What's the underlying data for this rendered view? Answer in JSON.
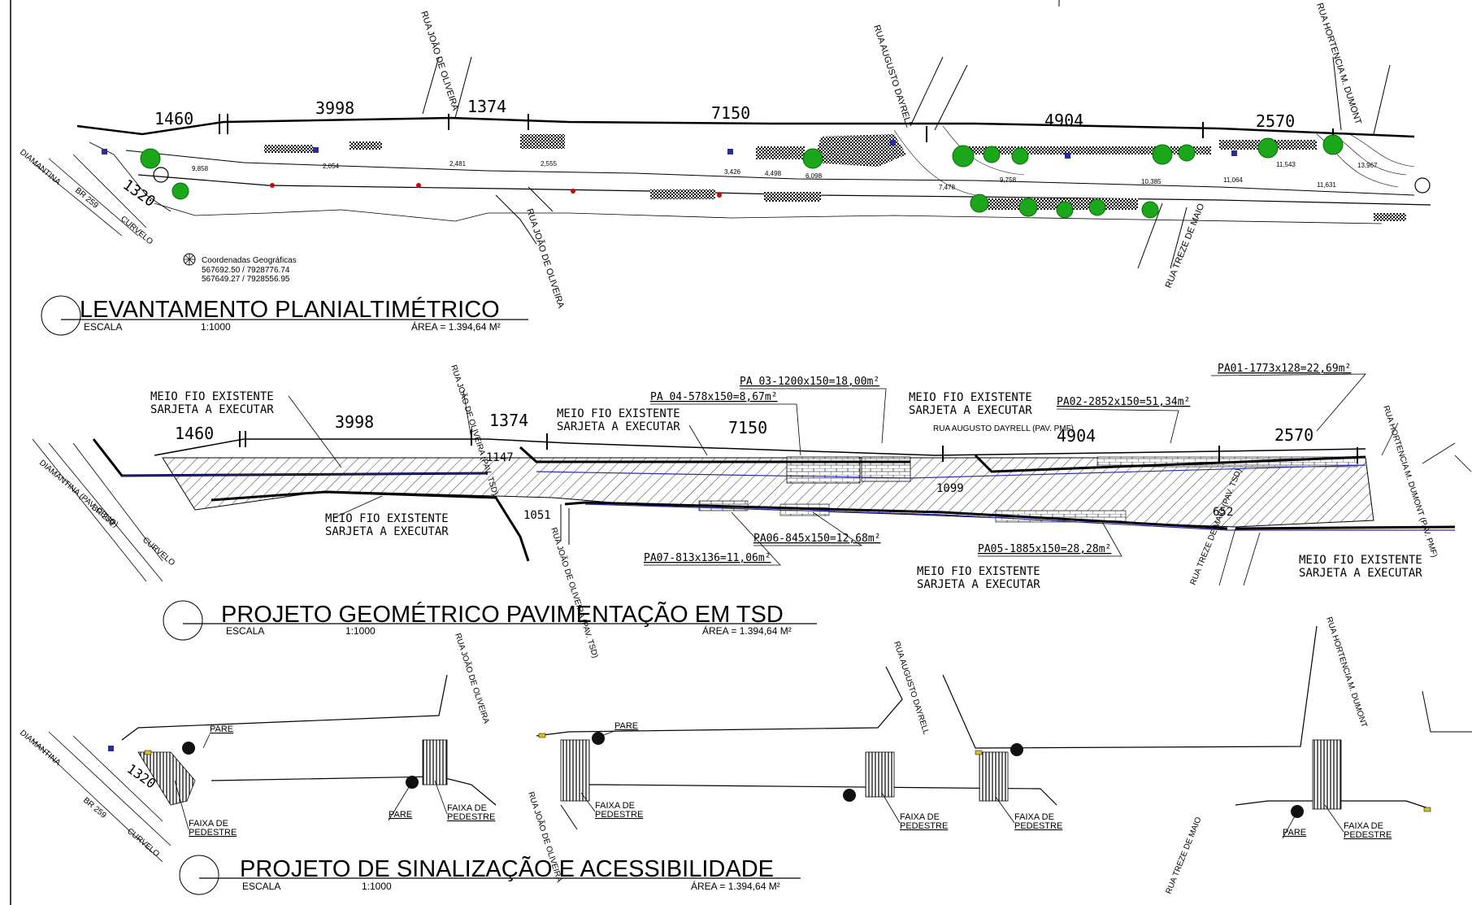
{
  "sections": {
    "survey": {
      "title": "LEVANTAMENTO PLANIALTIMÉTRICO",
      "scale_label": "ESCALA",
      "scale_value": "1:1000",
      "area": "ÁREA = 1.394,64 M²"
    },
    "geometric": {
      "title": "PROJETO GEOMÉTRICO PAVIMENTAÇÃO EM TSD",
      "scale_label": "ESCALA",
      "scale_value": "1:1000",
      "area": "ÁREA = 1.394,64 M²"
    },
    "signage": {
      "title": "PROJETO DE SINALIZAÇÃO E ACESSIBILIDADE",
      "scale_label": "ESCALA",
      "scale_value": "1:1000",
      "area": "ÁREA = 1.394,64 M²"
    }
  },
  "streets": {
    "joao_oliveira": "RUA JOÃO DE OLIVEIRA",
    "augusto_dayrell": "RUA AUGUSTO DAYRELL",
    "hortencia": "RUA HORTENCIA M. DUMONT",
    "treze_maio": "RUA TREZE DE MAIO",
    "diamantina": "DIAMANTINA",
    "br259": "BR 259",
    "curvelo": "CURVELO",
    "diamantina_cbuq": "DIAMANTINA (PAV. CBUQ)",
    "joao_oliveira_tsd_top": "RUA JOÃO DE OLIVEIRA (PAV. TSD)",
    "joao_oliveira_tsd_bottom": "RUA JOÃO DE OLIVEIRA (PAV. TSD)",
    "augusto_pmf": "RUA AUGUSTO DAYRELL (PAV. PMF)",
    "hortencia_pmf": "RUA HORTENCIA M. DUMONT (PAV. PMF)",
    "treze_maio_tsd": "RUA TREZE DE MAIO (PAV. TSD)",
    "joao_oliveira_bottom": "RUA JOÃO DE OLIVEIRA"
  },
  "coordinates": {
    "label": "Coordenadas Geográficas",
    "line1": "567692.50 / 7928776.74",
    "line2": "567649.27 / 7928556.95"
  },
  "dimensions_top": [
    "1460",
    "3998",
    "1374",
    "7150",
    "4904",
    "2570",
    "1320"
  ],
  "dimensions_mid": [
    "1460",
    "3998",
    "1374",
    "7150",
    "4904",
    "2570",
    "1147",
    "1051",
    "1099",
    "652"
  ],
  "annotations": {
    "curb": "MEIO FIO EXISTENTE",
    "gutter": "SARJETA A EXECUTAR",
    "pa01": "PA01-1773x128=22,69m²",
    "pa02": "PA02-2852x150=51,34m²",
    "pa03": "PA 03-1200x150=18,00m²",
    "pa04": "PA 04-578x150=8,67m²",
    "pa05": "PA05-1885x150=28,28m²",
    "pa06": "PA06-845x150=12,68m²",
    "pa07": "PA07-813x136=11,06m²"
  },
  "signage": {
    "stop": "PARE",
    "crosswalk_line1": "FAIXA DE",
    "crosswalk_line2": "PEDESTRE",
    "dim": "1320"
  },
  "elevations": [
    "9,858",
    "2,054",
    "2,481",
    "2,555",
    "3,426",
    "4,498",
    "6,098",
    "7,478",
    "9,758",
    "10,385",
    "11,064",
    "11,543",
    "11,631",
    "13,967"
  ],
  "colors": {
    "line": "#000000",
    "tree": "#1aa81a",
    "marker": "#d00000",
    "pipe": "#2a2aa8"
  }
}
